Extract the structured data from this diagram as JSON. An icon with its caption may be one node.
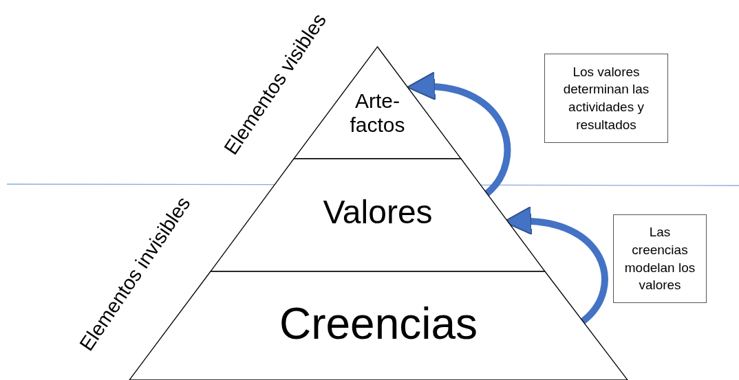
{
  "diagram": {
    "nodes": [
      {
        "text": [
          "Arte- factos"
        ]
      },
      {
        "text": [
          "Valores"
        ]
      },
      {
        "text": [
          "Creencias"
        ]
      },
      {
        "text": [
          "Los valores determinan las actividades y resultados"
        ]
      },
      {
        "text": [
          "Las creencias modelan los valores"
        ]
      }
    ],
    "edges": [
      {
        "from": 1,
        "to": 0,
        "arrow": "to"
      },
      {
        "from": 2,
        "to": 1,
        "arrow": "to"
      }
    ],
    "labels": [
      "Elementos visibles",
      "Elementos invisibles"
    ]
  }
}
